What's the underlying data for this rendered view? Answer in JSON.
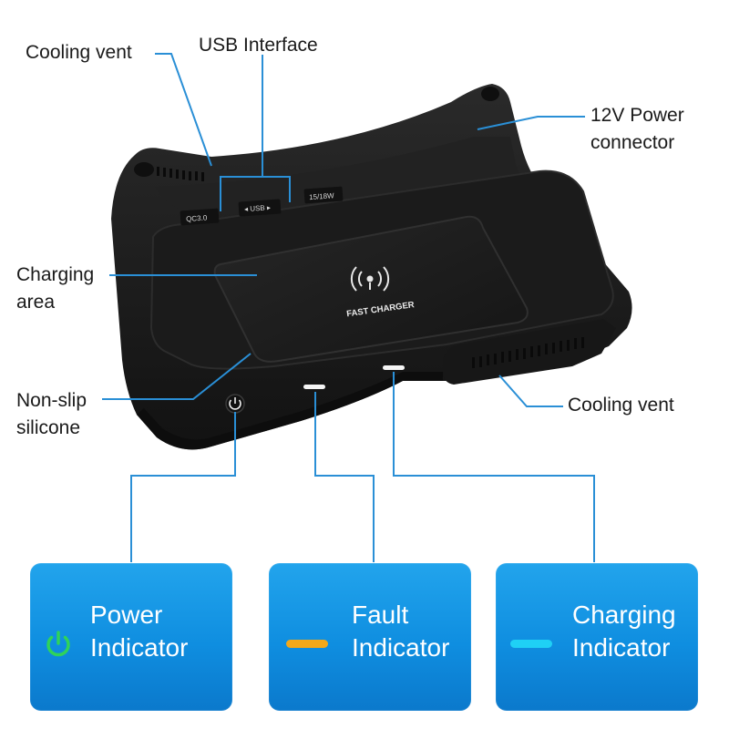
{
  "callouts": {
    "cooling_vent_top": "Cooling vent",
    "usb_interface": "USB Interface",
    "power_connector": [
      "12V Power",
      "connector"
    ],
    "charging_area": [
      "Charging",
      "area"
    ],
    "non_slip": [
      "Non-slip",
      "silicone"
    ],
    "cooling_vent_right": "Cooling vent"
  },
  "device": {
    "pad_text": "FAST CHARGER",
    "port_labels": [
      "QC3.0",
      "◂ USB ▸",
      "15/18W"
    ]
  },
  "indicators": [
    {
      "title": [
        "Power",
        "Indicator"
      ],
      "icon": "power-icon",
      "color": "#2fd35a"
    },
    {
      "title": [
        "Fault",
        "Indicator"
      ],
      "icon": "dash-icon",
      "color": "#f3a81a"
    },
    {
      "title": [
        "Charging",
        "Indicator"
      ],
      "icon": "dash-icon",
      "color": "#1fd0f5"
    }
  ],
  "colors": {
    "line": "#2a8fd6",
    "card": "#1596e4",
    "device": "#1c1c1c"
  }
}
